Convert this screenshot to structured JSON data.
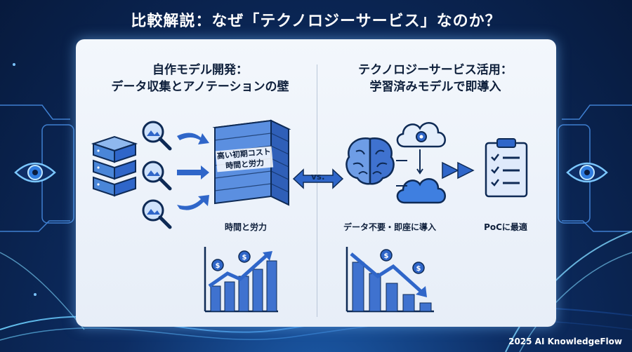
{
  "title": "比較解説：なぜ「テクノロジーサービス」なのか？",
  "left": {
    "heading_line1": "自作モデル開発：",
    "heading_line2": "データ収集とアノテーションの壁",
    "wall_text_line1": "高い初期コスト",
    "wall_text_line2": "時間と労力",
    "caption": "時間と労力",
    "chart_trend": "increasing"
  },
  "vs_label": "vs.",
  "right": {
    "heading_line1": "テクノロジーサービス活用：",
    "heading_line2": "学習済みモデルで即導入",
    "caption_left": "データ不要・即座に導入",
    "caption_right": "PoCに最適",
    "chart_trend": "decreasing"
  },
  "footer": "2025 AI KnowledgeFlow",
  "colors": {
    "background": "#0d2d63",
    "panel": "#eef3fa",
    "accent_blue": "#2f66c9",
    "text_dark": "#0e1f3b"
  },
  "icons": [
    "server-stack-icon",
    "magnifier-image-icon",
    "brick-wall-icon",
    "brain-icon",
    "cloud-gear-icon",
    "cloud-icon",
    "clipboard-checklist-icon",
    "eye-icon",
    "coin-dollar-icon"
  ]
}
